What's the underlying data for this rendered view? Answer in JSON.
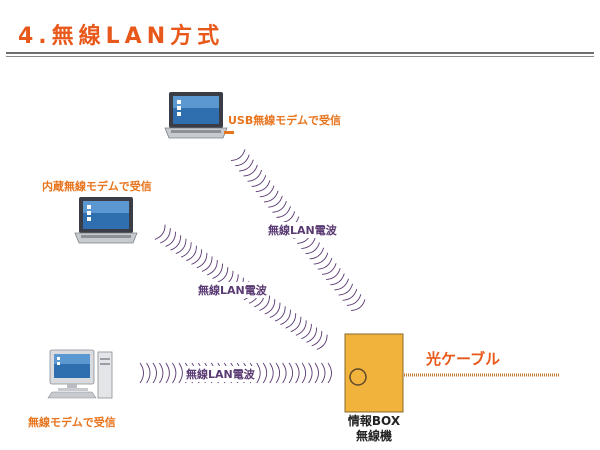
{
  "title": "4.無線LAN方式",
  "devices": {
    "laptop_usb": {
      "label": "USB無線モデムで受信"
    },
    "laptop_builtin": {
      "label": "内蔵無線モデムで受信"
    },
    "desktop": {
      "label": "無線モデムで受信"
    }
  },
  "waves": {
    "upper": {
      "label": "無線LAN電波"
    },
    "middle": {
      "label": "無線LAN電波"
    },
    "lower": {
      "label": "無線LAN電波"
    }
  },
  "box": {
    "line1": "情報BOX",
    "line2": "無線機"
  },
  "cable": {
    "label": "光ケーブル"
  },
  "colors": {
    "title": "#e8581a",
    "box": "#f2b33d",
    "wave": "#5a3a72",
    "cable": "#c27a2a"
  }
}
